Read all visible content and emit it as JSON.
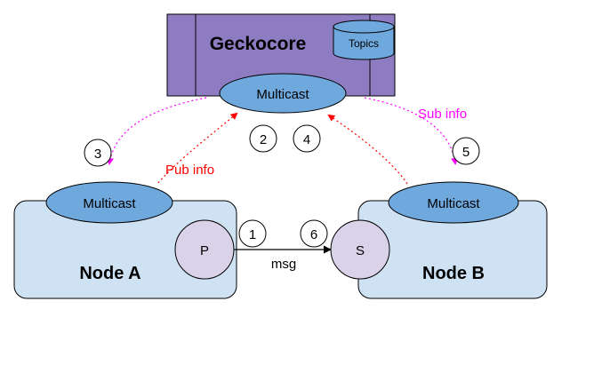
{
  "geckocore": {
    "title": "Geckocore",
    "topics_label": "Topics",
    "multicast_label": "Multicast"
  },
  "node_a": {
    "title": "Node A",
    "multicast_label": "Multicast",
    "publisher_label": "P"
  },
  "node_b": {
    "title": "Node B",
    "multicast_label": "Multicast",
    "subscriber_label": "S"
  },
  "edges": {
    "pub_info_label": "Pub info",
    "sub_info_label": "Sub info",
    "msg_label": "msg"
  },
  "steps": [
    "1",
    "2",
    "3",
    "4",
    "5",
    "6"
  ],
  "colors": {
    "core_fill": "#8e7cc3",
    "node_fill": "#cfe2f3",
    "multicast_fill": "#6fa8dc",
    "port_fill": "#d9d2e9",
    "pub_color": "#ff0000",
    "sub_color": "#ff00ff"
  }
}
